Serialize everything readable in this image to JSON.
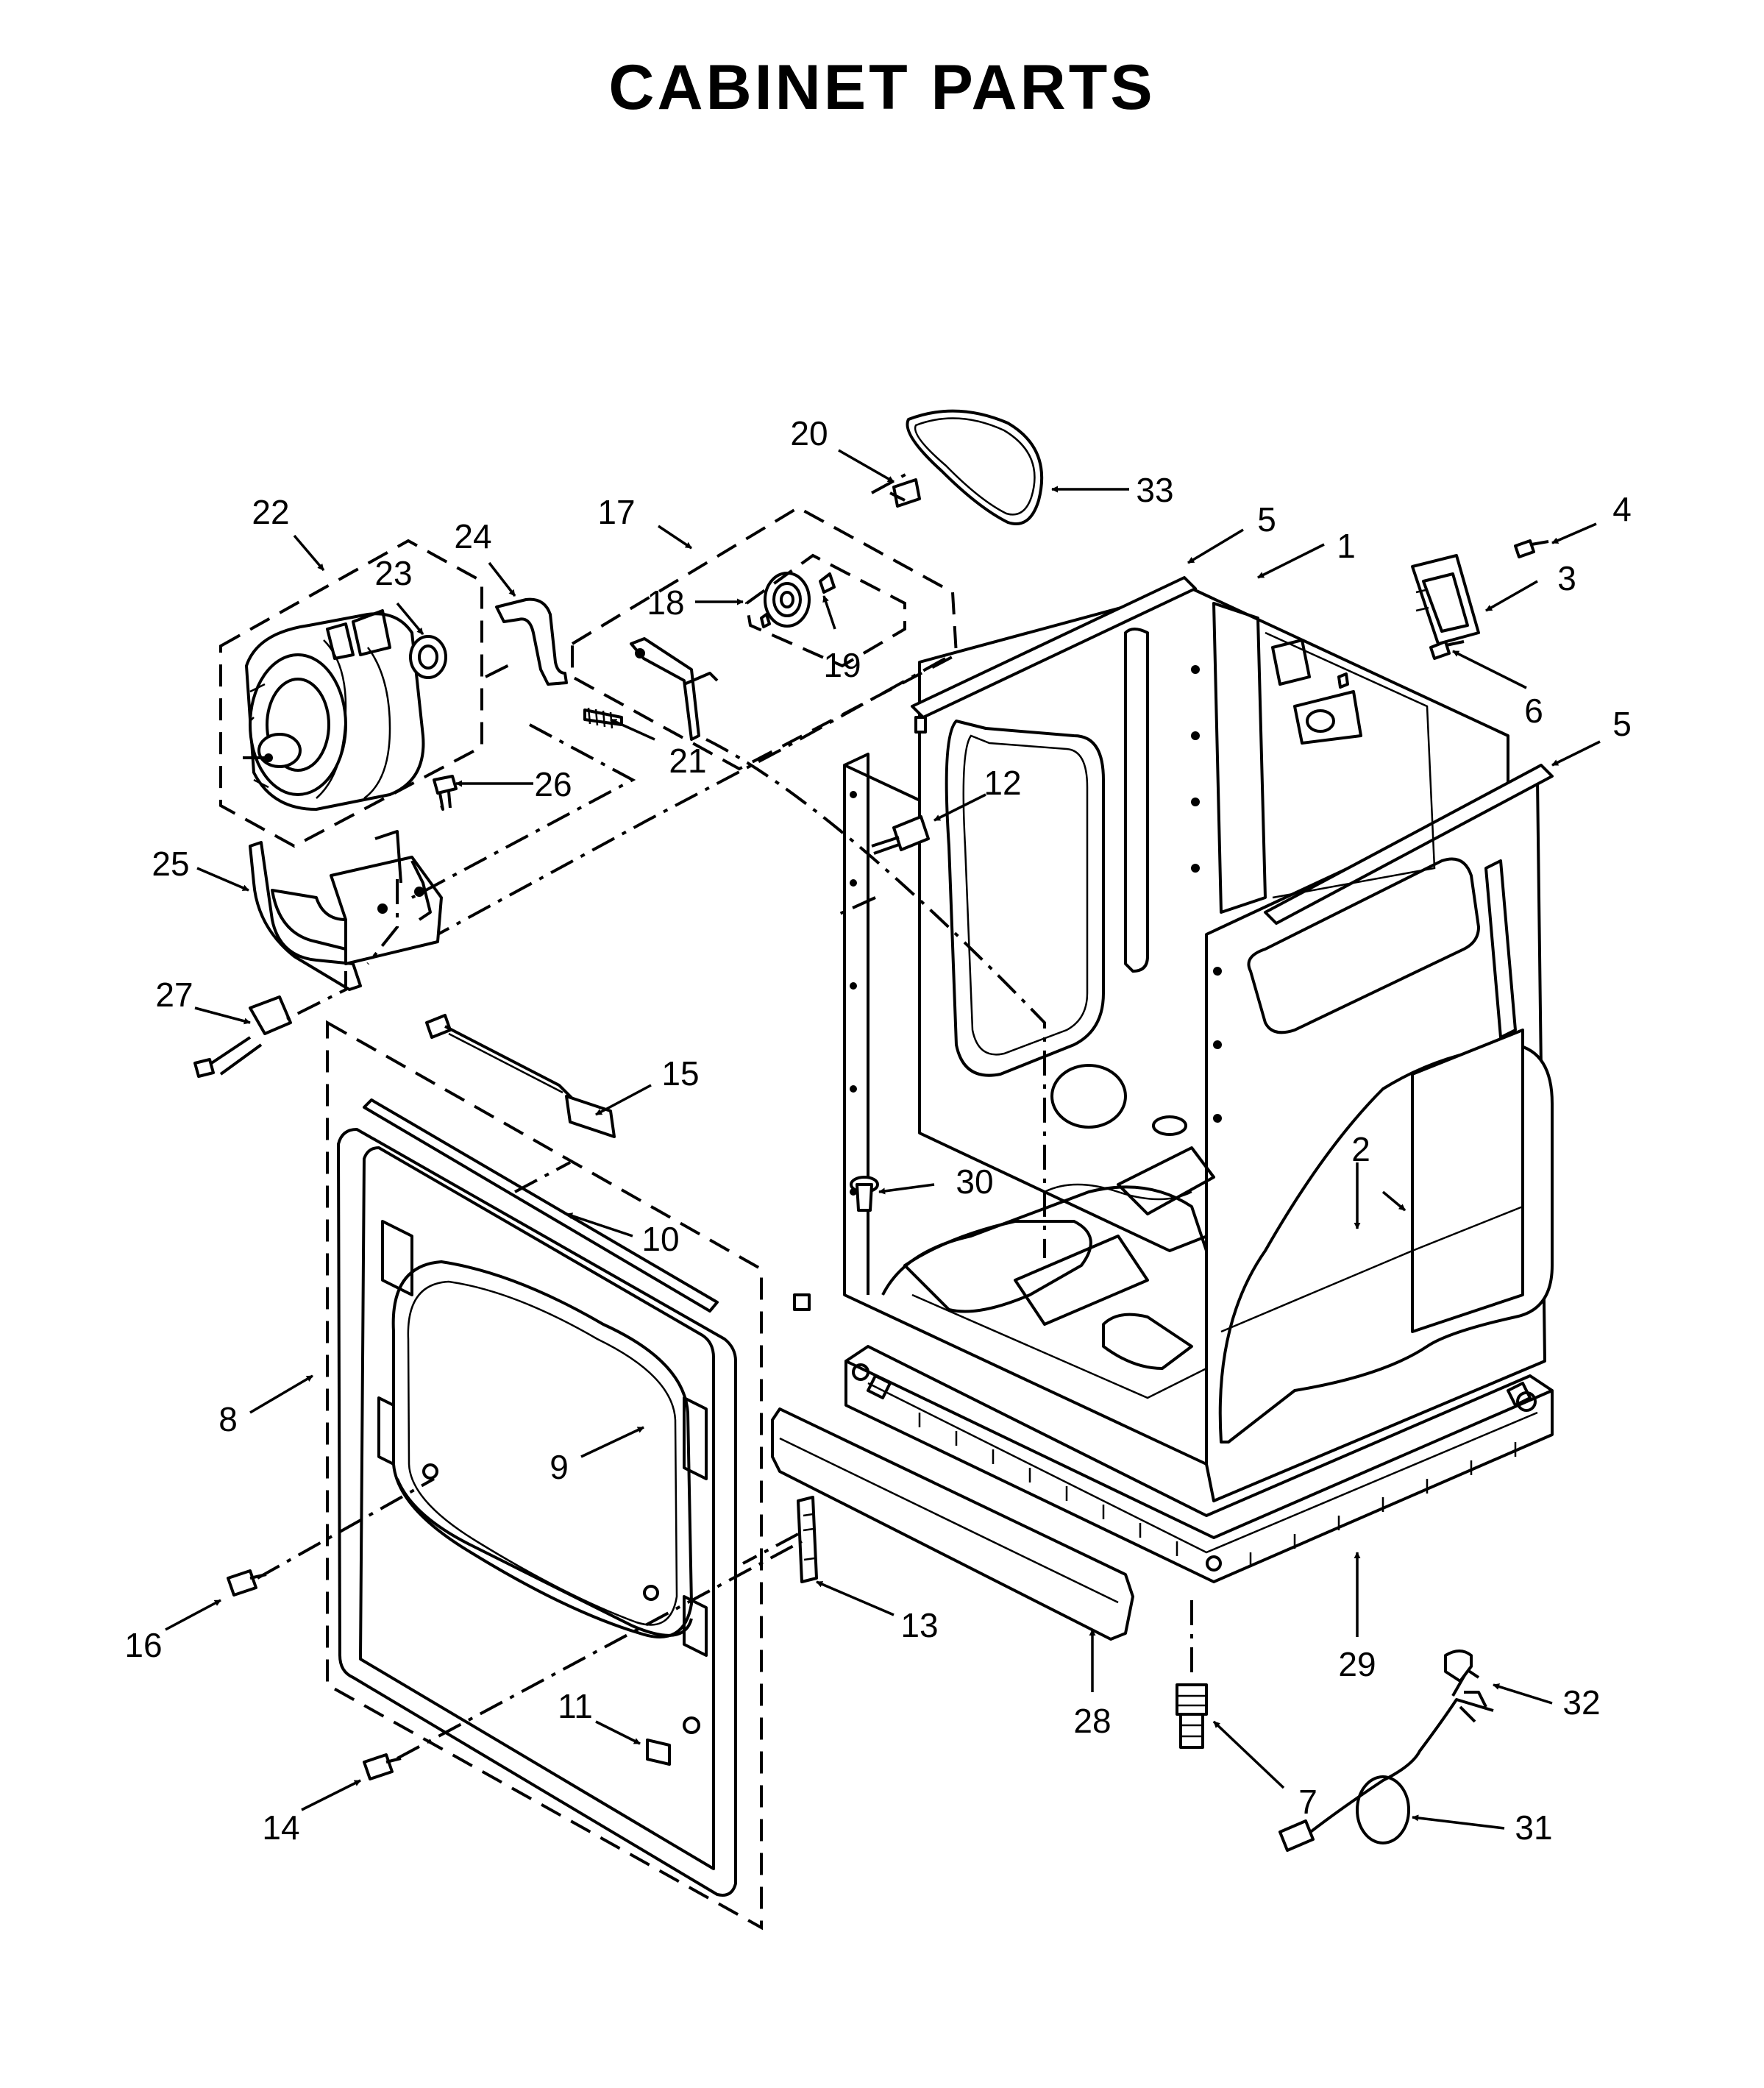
{
  "diagram": {
    "title": "CABINET PARTS",
    "callouts": [
      {
        "id": "c1",
        "label": "1"
      },
      {
        "id": "c2",
        "label": "2"
      },
      {
        "id": "c3",
        "label": "3"
      },
      {
        "id": "c4",
        "label": "4"
      },
      {
        "id": "c5a",
        "label": "5"
      },
      {
        "id": "c5b",
        "label": "5"
      },
      {
        "id": "c6",
        "label": "6"
      },
      {
        "id": "c7",
        "label": "7"
      },
      {
        "id": "c8",
        "label": "8"
      },
      {
        "id": "c9",
        "label": "9"
      },
      {
        "id": "c10",
        "label": "10"
      },
      {
        "id": "c11",
        "label": "11"
      },
      {
        "id": "c12",
        "label": "12"
      },
      {
        "id": "c13",
        "label": "13"
      },
      {
        "id": "c14",
        "label": "14"
      },
      {
        "id": "c15",
        "label": "15"
      },
      {
        "id": "c16",
        "label": "16"
      },
      {
        "id": "c17",
        "label": "17"
      },
      {
        "id": "c18",
        "label": "18"
      },
      {
        "id": "c19",
        "label": "19"
      },
      {
        "id": "c20",
        "label": "20"
      },
      {
        "id": "c21",
        "label": "21"
      },
      {
        "id": "c22",
        "label": "22"
      },
      {
        "id": "c23",
        "label": "23"
      },
      {
        "id": "c24",
        "label": "24"
      },
      {
        "id": "c25",
        "label": "25"
      },
      {
        "id": "c26",
        "label": "26"
      },
      {
        "id": "c27",
        "label": "27"
      },
      {
        "id": "c28",
        "label": "28"
      },
      {
        "id": "c29",
        "label": "29"
      },
      {
        "id": "c30",
        "label": "30"
      },
      {
        "id": "c31",
        "label": "31"
      },
      {
        "id": "c32",
        "label": "32"
      },
      {
        "id": "c33",
        "label": "33"
      }
    ]
  }
}
